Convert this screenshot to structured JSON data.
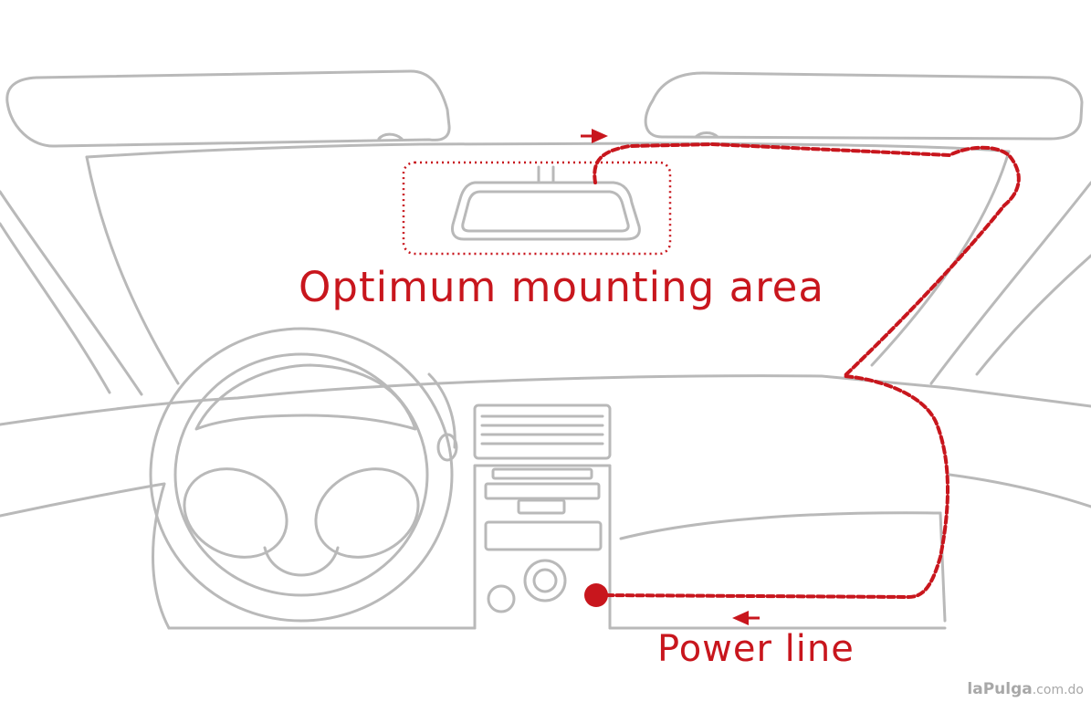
{
  "labels": {
    "mounting_area": "Optimum mounting area",
    "power_line": "Power line"
  },
  "watermark": {
    "brand": "laPulga",
    "suffix": ".com.do"
  },
  "colors": {
    "outline": "#b9b9b9",
    "accent": "#c8161d"
  },
  "icons": [
    "arrow-right-icon",
    "arrow-left-icon",
    "power-socket-icon"
  ]
}
